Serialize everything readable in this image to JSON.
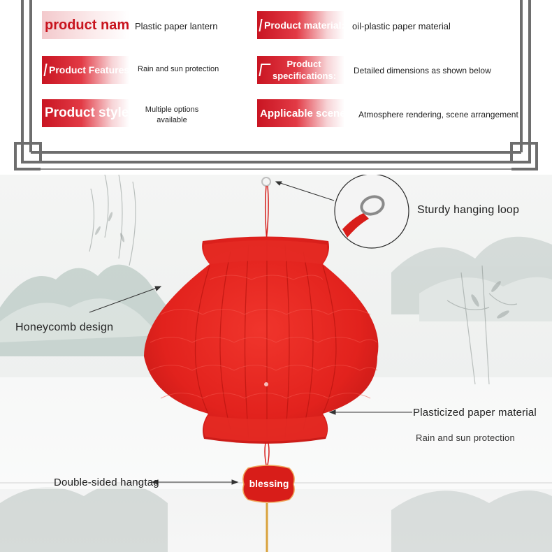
{
  "specs": {
    "product_name": {
      "label": "product name:",
      "value": "Plastic paper lantern"
    },
    "product_material": {
      "label": "Product material:",
      "value": "oil-plastic paper material"
    },
    "product_features": {
      "label": "Product Features",
      "value": "Rain and sun protection"
    },
    "product_specifications": {
      "label_line1": "Product",
      "label_line2": "specifications:",
      "value": "Detailed dimensions as shown below"
    },
    "product_style": {
      "label": "Product style:",
      "value_line1": "Multiple options",
      "value_line2": "available"
    },
    "applicable_scene": {
      "label": "Applicable scene:",
      "value": "Atmosphere rendering, scene arrangement"
    }
  },
  "callouts": {
    "hanging_loop": "Sturdy hanging loop",
    "honeycomb": "Honeycomb design",
    "material": "Plasticized paper material",
    "rain_sun": "Rain and sun protection",
    "hangtag": "Double-sided hangtag"
  },
  "hangtag_text": "blessing",
  "colors": {
    "lantern_red": "#e8231e",
    "label_red": "#c8141e",
    "frame_gray": "#6e6e6e"
  },
  "icons": {
    "frame": "chinese-lattice-frame",
    "label_glyph": "chinese-character-glyph"
  }
}
